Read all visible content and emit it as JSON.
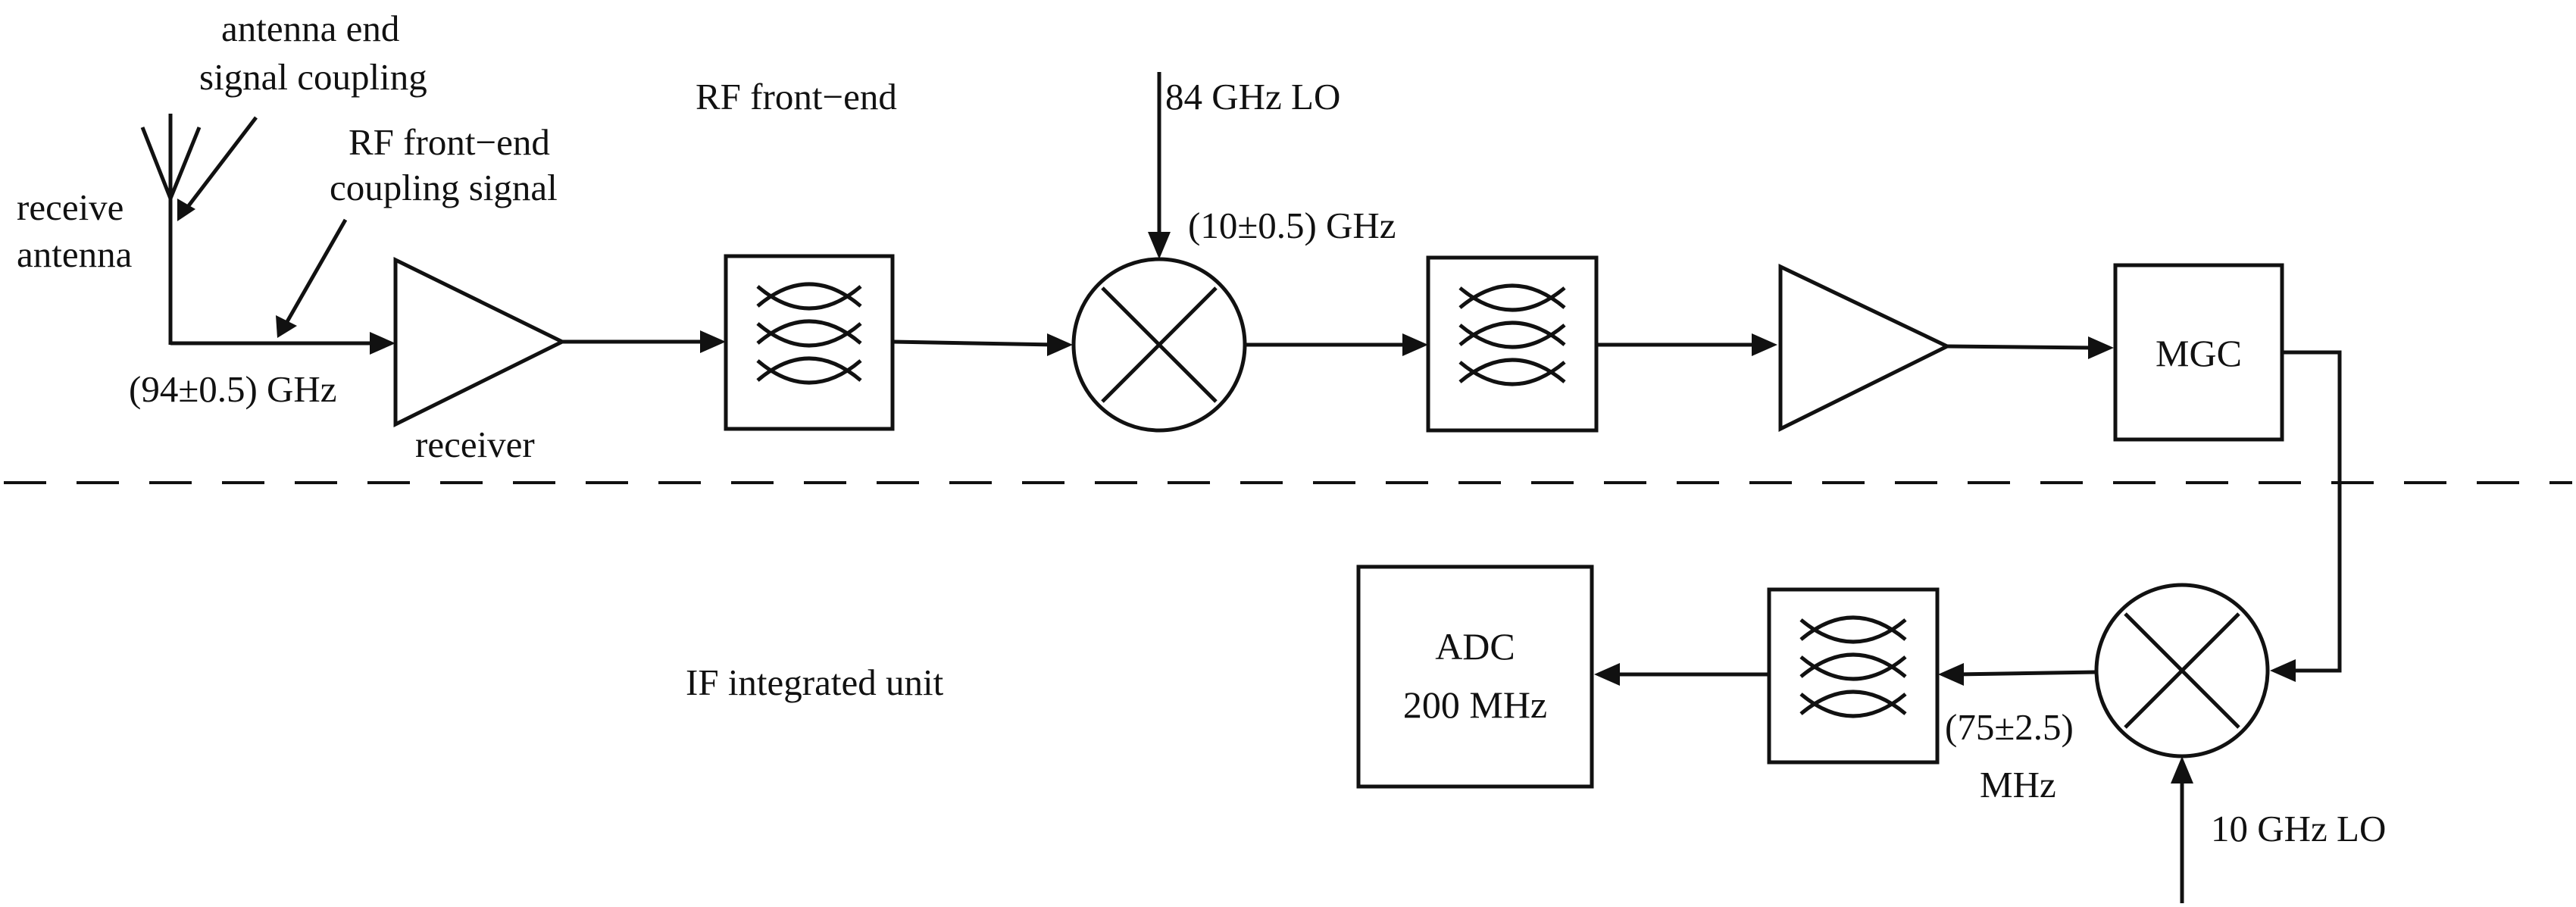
{
  "labels": {
    "antenna_end_line1": "antenna end",
    "antenna_end_line2": "signal coupling",
    "rf_coupling_line1": "RF front−end",
    "rf_coupling_line2": "coupling signal",
    "receive_antenna_line1": "receive",
    "receive_antenna_line2": "antenna",
    "input_freq": "(94±0.5) GHz",
    "receiver": "receiver",
    "rf_front_end": "RF front−end",
    "lo_84": "84 GHz LO",
    "if_10": "(10±0.5) GHz",
    "if_integrated_unit": "IF integrated unit",
    "if_75_line1": "(75±2.5)",
    "if_75_line2": "MHz",
    "lo_10": "10 GHz LO"
  },
  "blocks": {
    "mgc": "MGC",
    "adc_line1": "ADC",
    "adc_line2": "200 MHz"
  },
  "icons": [
    "antenna-icon",
    "amplifier-icon",
    "bandpass-filter-icon",
    "mixer-icon",
    "dashed-divider"
  ]
}
